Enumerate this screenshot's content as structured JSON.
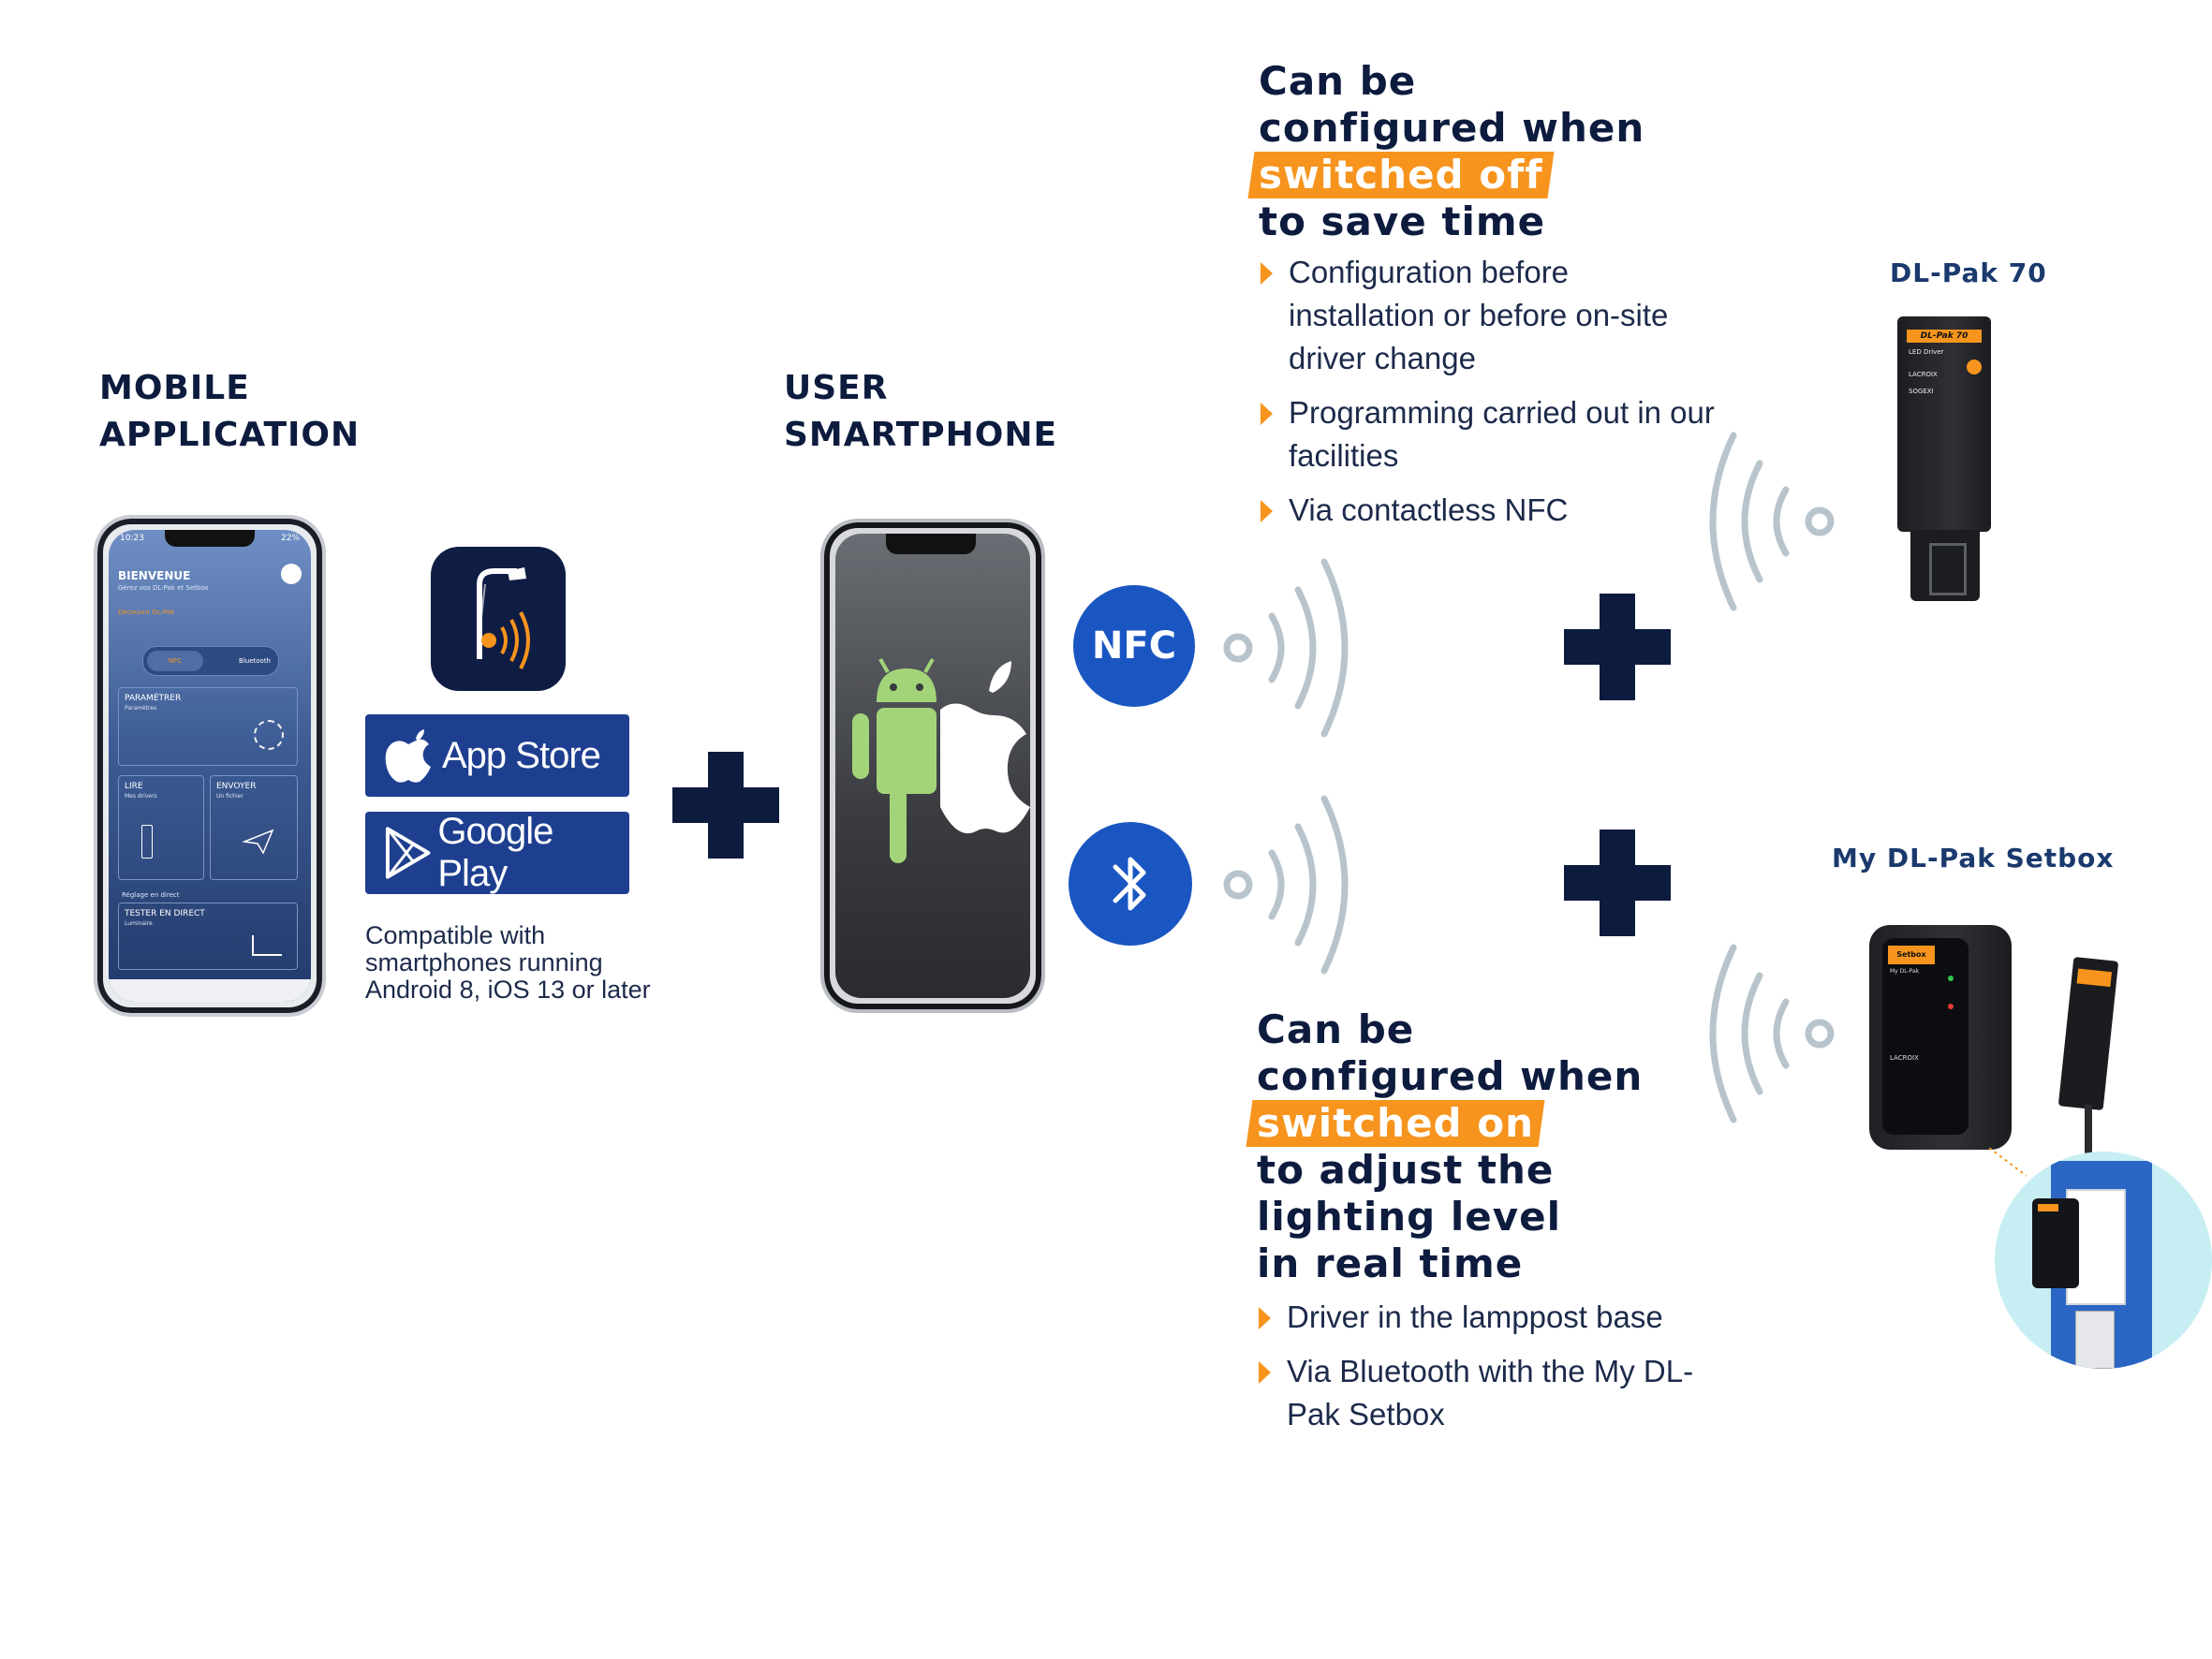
{
  "mobile_app": {
    "heading_line1": "MOBILE",
    "heading_line2": "APPLICATION",
    "screen": {
      "status_left": "10:23",
      "status_right": "22%",
      "welcome": "BIENVENUE",
      "welcome_sub": "Gérez vos DL-Pak et Setbox",
      "link": "Découvrir DL-Pak",
      "toggle_left": "NFC",
      "toggle_right": "Bluetooth",
      "tile_configure": "PARAMÉTRER",
      "tile_configure_sub": "Paramètres",
      "tile_read": "LIRE",
      "tile_read_sub": "Mes drivers",
      "tile_send": "ENVOYER",
      "tile_send_sub": "Un fichier",
      "note": "Réglage en direct",
      "tile_test": "TESTER EN DIRECT",
      "tile_test_sub": "Luminaire"
    },
    "app_store_label": "App Store",
    "google_play_label": "Google Play",
    "compat_line1": "Compatible with",
    "compat_line2": "smartphones running",
    "compat_line3": "Android 8, iOS 13 or later"
  },
  "user_smartphone": {
    "heading_line1": "USER",
    "heading_line2": "SMARTPHONE"
  },
  "nfc_badge": "NFC",
  "switched_off_block": {
    "line1": "Can be",
    "line2": "configured when",
    "highlight": "switched off",
    "line4": "to save time",
    "bullets": [
      "Configuration before installation or before on-site driver change",
      "Programming carried out in our facilities",
      "Via contactless NFC"
    ]
  },
  "switched_on_block": {
    "line1": "Can be",
    "line2": "configured when",
    "highlight": "switched on",
    "line4": "to adjust the",
    "line5": "lighting level",
    "line6": "in real time",
    "bullets": [
      "Driver in the lamppost base",
      "Via Bluetooth with the My DL-Pak Setbox"
    ]
  },
  "products": {
    "dlpak_label": "DL-Pak 70",
    "dlpak_device": {
      "name": "DL-Pak 70",
      "sub": "LED Driver",
      "brand": "LACROIX",
      "model": "SOGEXI"
    },
    "setbox_label": "My DL-Pak Setbox",
    "setbox_device": {
      "name": "Setbox",
      "sub": "My DL-Pak",
      "brand": "LACROIX"
    }
  },
  "colors": {
    "navy": "#0d1b3e",
    "orange": "#f7941d",
    "blue": "#1a56c2",
    "store_blue": "#1e3f8f",
    "wave_grey": "#b8c4cc",
    "android_green": "#a4d47a"
  }
}
